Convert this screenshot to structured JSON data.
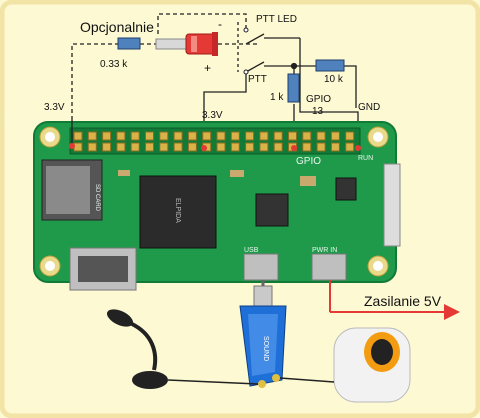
{
  "labels": {
    "optional": "Opcjonalnie",
    "ptt_led": "PTT LED",
    "ptt": "PTT",
    "r_led": "0.33 k",
    "r_pull": "10 k",
    "r_base": "1 k",
    "gpio": "GPIO",
    "gpio_num": "13",
    "v33_left": "3.3V",
    "v33_mid": "3.3V",
    "gnd": "GND",
    "minus": "-",
    "plus": "+",
    "power": "Zasilanie 5V",
    "board_gpio": "GPIO",
    "board_run": "RUN",
    "board_usb": "USB",
    "board_pwr": "PWR IN",
    "chip_text": "ELPIDA",
    "sd_label": "SD CARD",
    "dongle_text": "SOUND"
  },
  "colors": {
    "bg": "#fdf9d3",
    "border": "#f1e4a6",
    "pcb": "#1e9a4a",
    "pcb_dark": "#127a37",
    "resistor": "#4f81bd",
    "led": "#e53935",
    "arrow": "#e53935",
    "dongle": "#1f6fd8"
  }
}
